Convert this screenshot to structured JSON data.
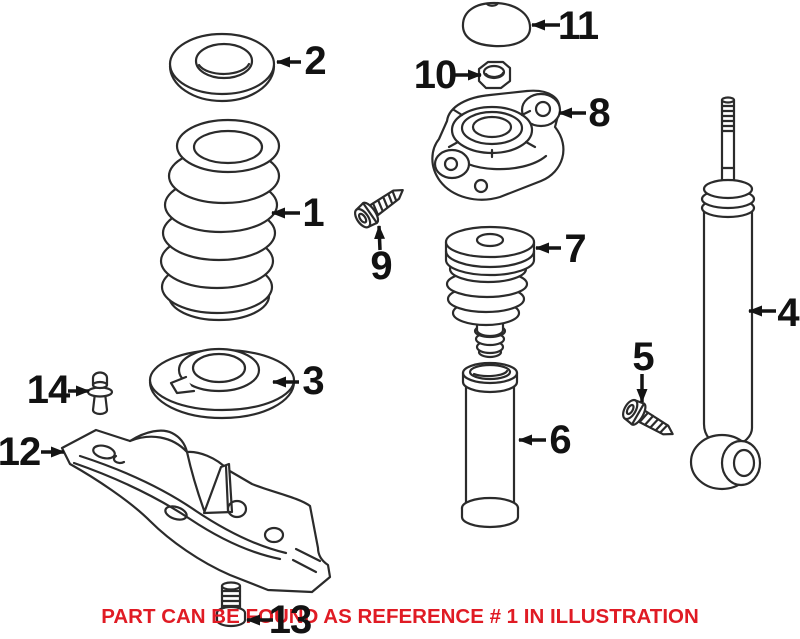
{
  "caption": {
    "text": "PART CAN BE FOUND AS REFERENCE # 1 IN ILLUSTRATION"
  },
  "colors": {
    "caption_red": "#e01b24",
    "line_art": "#2b2b2b",
    "label_text": "#121212",
    "background": "#ffffff"
  },
  "parts": [
    {
      "ref": "1",
      "name": "coil-spring"
    },
    {
      "ref": "2",
      "name": "upper-spring-seat-washer"
    },
    {
      "ref": "3",
      "name": "lower-spring-seat"
    },
    {
      "ref": "4",
      "name": "shock-absorber"
    },
    {
      "ref": "5",
      "name": "shock-lower-screw"
    },
    {
      "ref": "6",
      "name": "protective-sleeve"
    },
    {
      "ref": "7",
      "name": "bump-stop"
    },
    {
      "ref": "8",
      "name": "strut-mount"
    },
    {
      "ref": "9",
      "name": "mount-screw"
    },
    {
      "ref": "10",
      "name": "lock-nut"
    },
    {
      "ref": "11",
      "name": "cover-cap"
    },
    {
      "ref": "12",
      "name": "spring-support-bracket"
    },
    {
      "ref": "13",
      "name": "bracket-bolt"
    },
    {
      "ref": "14",
      "name": "push-pin"
    }
  ]
}
